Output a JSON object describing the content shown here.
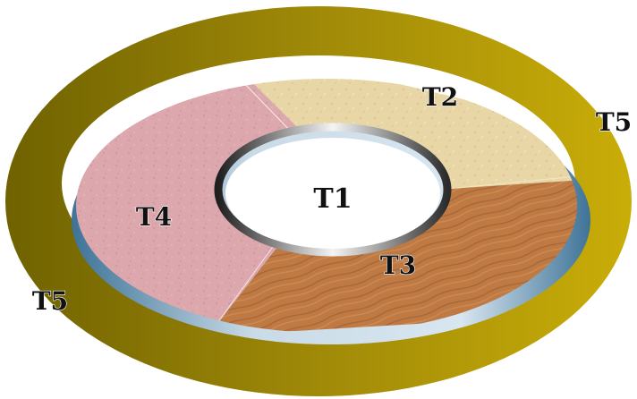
{
  "labels": {
    "t1": "T1",
    "t2": "T2",
    "t3": "T3",
    "t4": "T4",
    "t5_right": "T5",
    "t5_left": "T5"
  },
  "colors": {
    "outer_ring": "#b39a0c",
    "outer_ring_dark": "#6f6200",
    "inner_side_dark": "#3e7397",
    "inner_side_light": "#d8e6f0",
    "t2_paper": "#e8d6a6",
    "t3_wood": "#bf7a44",
    "t4_stone": "#dca7ad",
    "hole_rim_dark": "#2b2b2b",
    "hole_rim_light": "#f2f2f2"
  }
}
